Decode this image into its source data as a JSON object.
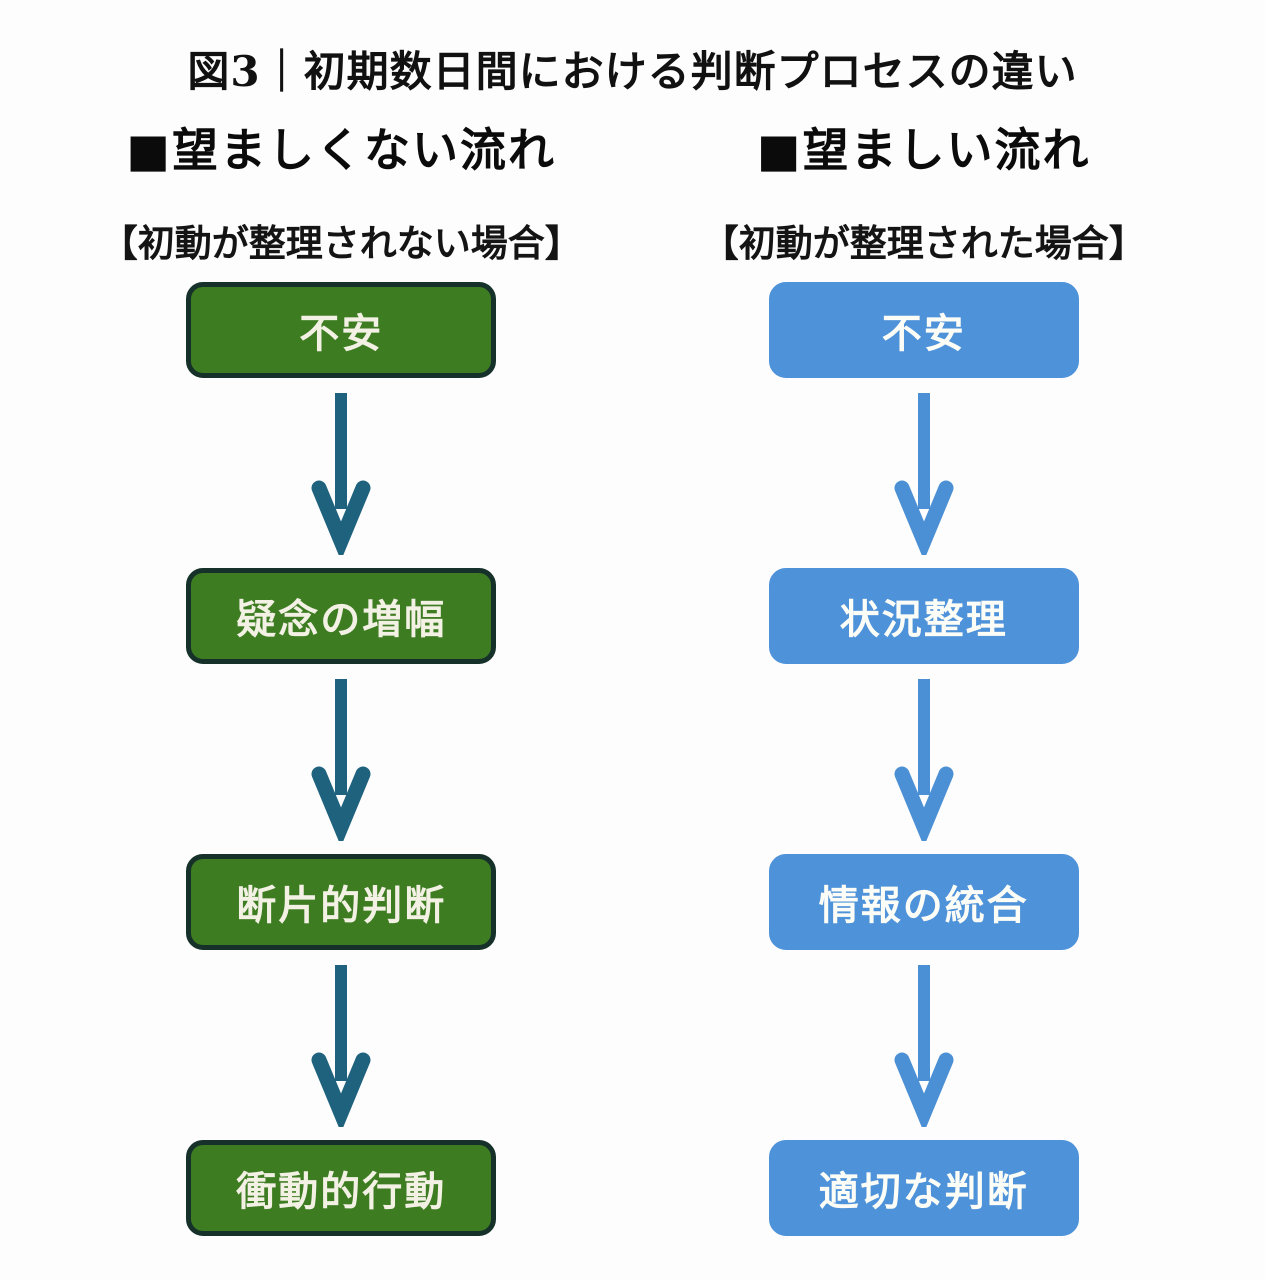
{
  "title": "図3｜初期数日間における判断プロセスの違い",
  "columns": [
    {
      "id": "undesirable-flow",
      "header": "■望ましくない流れ",
      "subtitle": "【初動が整理されない場合】",
      "steps": [
        "不安",
        "疑念の増幅",
        "断片的判断",
        "衝動的行動"
      ],
      "box_fill": "#3e7c22",
      "box_border": "#16302a",
      "arrow_color": "#1f627e",
      "text_color": "#f2f1e4"
    },
    {
      "id": "desirable-flow",
      "header": "■望ましい流れ",
      "subtitle": "【初動が整理された場合】",
      "steps": [
        "不安",
        "状況整理",
        "情報の統合",
        "適切な判断"
      ],
      "box_fill": "#4e92d9",
      "box_border": "#4e92d9",
      "arrow_color": "#4b8fd4",
      "text_color": "#fdfdf7"
    }
  ]
}
